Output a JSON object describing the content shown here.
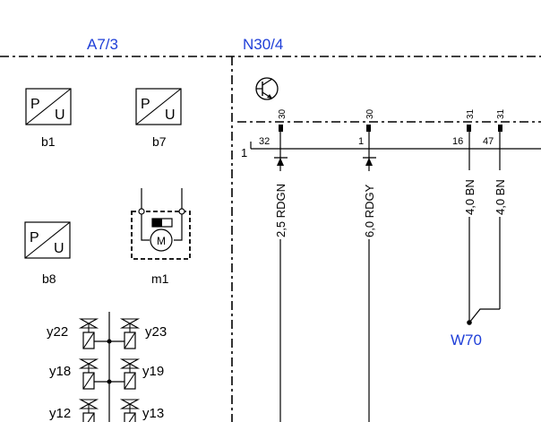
{
  "modules": {
    "left": "A7/3",
    "right": "N30/4"
  },
  "sensors": [
    {
      "p": "P",
      "u": "U",
      "name": "b1"
    },
    {
      "p": "P",
      "u": "U",
      "name": "b7"
    },
    {
      "p": "P",
      "u": "U",
      "name": "b8"
    }
  ],
  "motor": {
    "symbol": "M",
    "name": "m1"
  },
  "valves": {
    "y22": "y22",
    "y23": "y23",
    "y18": "y18",
    "y19": "y19",
    "y12": "y12",
    "y13": "y13"
  },
  "connector": {
    "number": "1"
  },
  "pins": [
    {
      "terminal": "30",
      "pin": "32",
      "wire": "2,5 RDGN"
    },
    {
      "terminal": "30",
      "pin": "1",
      "wire": "6,0 RDGY"
    },
    {
      "terminal": "31",
      "pin": "16",
      "wire": "4,0 BN"
    },
    {
      "terminal": "31",
      "pin": "47",
      "wire": "4,0 BN"
    }
  ],
  "ground_ref": "W70",
  "colors": {
    "module_label": "#1f3fd8",
    "line": "#000000"
  }
}
